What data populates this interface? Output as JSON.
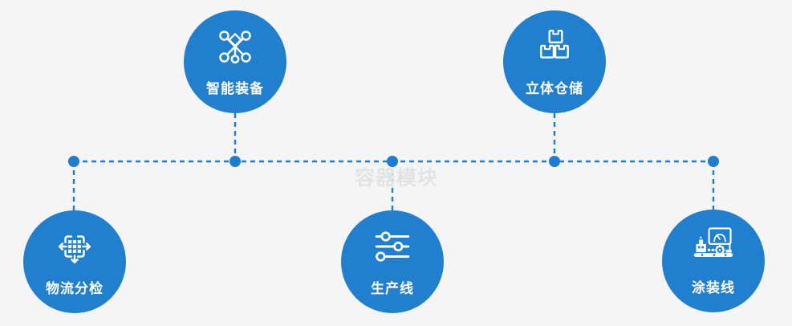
{
  "diagram": {
    "watermark": "容器模块",
    "nodes": [
      {
        "id": "smart-equipment",
        "label": "智能装备",
        "icon": "network-nodes-icon"
      },
      {
        "id": "warehouse",
        "label": "立体仓储",
        "icon": "stacked-boxes-icon"
      },
      {
        "id": "logistics-sorting",
        "label": "物流分检",
        "icon": "sorting-arrows-icon"
      },
      {
        "id": "production-line",
        "label": "生产线",
        "icon": "sliders-icon"
      },
      {
        "id": "painting-line",
        "label": "涂装线",
        "icon": "machine-monitor-icon"
      }
    ],
    "colors": {
      "node_fill": "#2080cf",
      "connector": "#1d7dd3",
      "background": "#f5f5f6",
      "icon_text": "#ffffff",
      "watermark": "#e3e3e3"
    }
  }
}
